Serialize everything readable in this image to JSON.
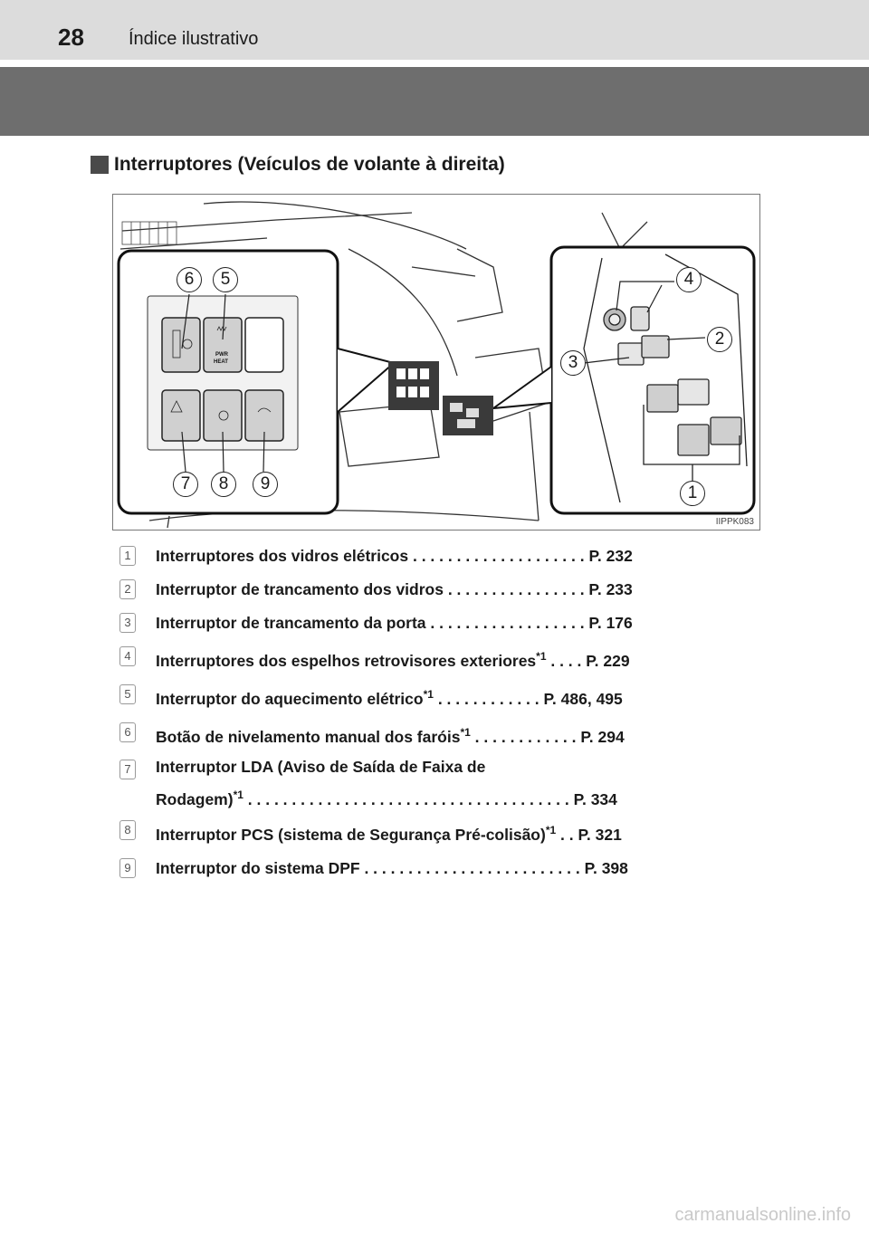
{
  "header": {
    "page_number": "28",
    "section": "Índice ilustrativo"
  },
  "heading": "Interruptores (Veículos de volante à direita)",
  "figure": {
    "code": "IIPPK083",
    "callouts": [
      "6",
      "5",
      "4",
      "2",
      "3",
      "7",
      "8",
      "9",
      "1"
    ],
    "switch_labels": {
      "pwr_heat_1": "PWR",
      "pwr_heat_2": "HEAT"
    }
  },
  "items": [
    {
      "num": "1",
      "label": "Interruptores dos vidros elétricos",
      "sup": "",
      "dots": " . . . . . . . . . . . . . . . . . . . . ",
      "page": "P. 232"
    },
    {
      "num": "2",
      "label": "Interruptor de trancamento dos vidros",
      "sup": "",
      "dots": " . . . . . . . . . . . . . . . . ",
      "page": "P. 233"
    },
    {
      "num": "3",
      "label": "Interruptor de trancamento da porta",
      "sup": "",
      "dots": " . . . . . . . . . . . . . . . . . . ",
      "page": "P. 176"
    },
    {
      "num": "4",
      "label": "Interruptores dos espelhos retrovisores exteriores",
      "sup": "*1",
      "dots": " . . . . ",
      "page": "P. 229"
    },
    {
      "num": "5",
      "label": "Interruptor do aquecimento elétrico",
      "sup": "*1",
      "dots": " . . . . . . . . . . . . ",
      "page": "P. 486, 495"
    },
    {
      "num": "6",
      "label": "Botão de nivelamento manual dos faróis",
      "sup": "*1",
      "dots": " . . . . . . . . . . . . ",
      "page": "P. 294"
    },
    {
      "num": "7",
      "label_line1": "Interruptor LDA (Aviso de Saída de Faixa de",
      "label": "Rodagem)",
      "sup": "*1",
      "dots": " . . . . . . . . . . . . . . . . . . . . . . . . . . . . . . . . . . . . . ",
      "page": "P. 334"
    },
    {
      "num": "8",
      "label": "Interruptor PCS (sistema de Segurança Pré-colisão)",
      "sup": "*1",
      "dots": " . . ",
      "page": "P. 321"
    },
    {
      "num": "9",
      "label": "Interruptor do sistema DPF",
      "sup": "",
      "dots": " . . . . . . . . . . . . . . . . . . . . . . . . . ",
      "page": "P. 398"
    }
  ],
  "watermark": "carmanualsonline.info"
}
